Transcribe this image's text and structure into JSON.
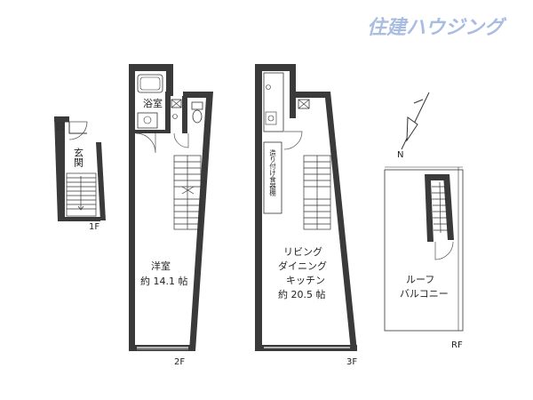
{
  "brand": {
    "name": "住建ハウジング",
    "color": "#a9bde0"
  },
  "floors": {
    "f1": {
      "label": "1F",
      "rooms": {
        "entrance": "玄関"
      }
    },
    "f2": {
      "label": "2F",
      "rooms": {
        "bath": "浴室",
        "western_line1": "洋室",
        "western_line2": "約 14.1 帖"
      }
    },
    "f3": {
      "label": "3F",
      "rooms": {
        "ldk_line1": "リビング",
        "ldk_line2": "ダイニング",
        "ldk_line3": "キッチン",
        "ldk_line4": "約 20.5 帖",
        "cabinet": "造り付け食器棚"
      }
    },
    "rf": {
      "label": "RF",
      "rooms": {
        "roof_line1": "ルーフ",
        "roof_line2": "バルコニー"
      }
    }
  },
  "compass": {
    "north_label": "N"
  },
  "colors": {
    "wall": "#3a3a3a",
    "line": "#333333"
  }
}
